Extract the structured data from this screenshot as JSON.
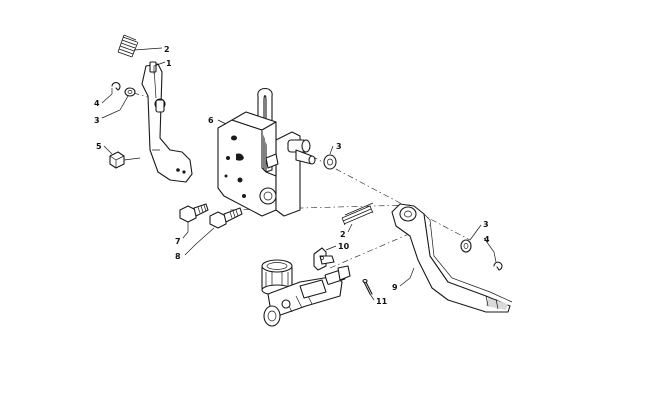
{
  "callouts": [
    {
      "id": "c-2a",
      "label": "2"
    },
    {
      "id": "c-1",
      "label": "1"
    },
    {
      "id": "c-4a",
      "label": "4"
    },
    {
      "id": "c-3a",
      "label": "3"
    },
    {
      "id": "c-5",
      "label": "5"
    },
    {
      "id": "c-6",
      "label": "6"
    },
    {
      "id": "c-3b",
      "label": "3"
    },
    {
      "id": "c-7",
      "label": "7"
    },
    {
      "id": "c-8",
      "label": "8"
    },
    {
      "id": "c-2b",
      "label": "2"
    },
    {
      "id": "c-10",
      "label": "10"
    },
    {
      "id": "c-9",
      "label": "9"
    },
    {
      "id": "c-11",
      "label": "11"
    },
    {
      "id": "c-3c",
      "label": "3"
    },
    {
      "id": "c-4b",
      "label": "4"
    }
  ]
}
